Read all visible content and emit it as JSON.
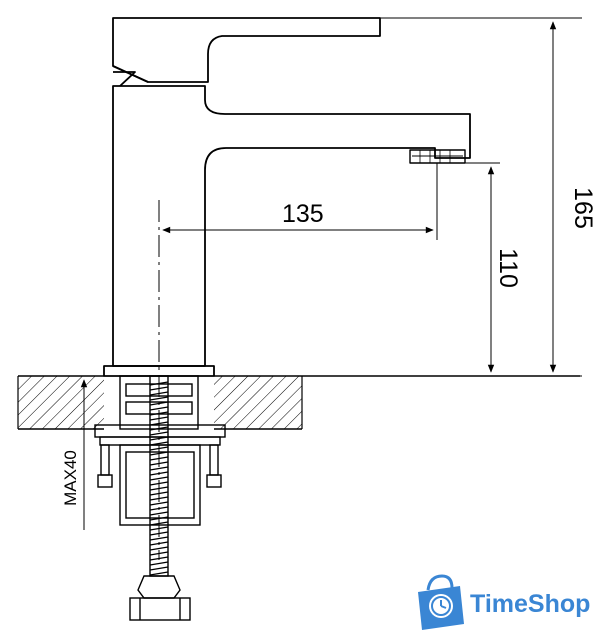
{
  "dimensions": {
    "spout_reach": "135",
    "total_height": "165",
    "spout_height": "110",
    "max_deck_thickness": "MAX40"
  },
  "brand": {
    "name": "TimeShop",
    "color": "#3a86d4",
    "icon": "shopping-bag-clock-icon"
  }
}
